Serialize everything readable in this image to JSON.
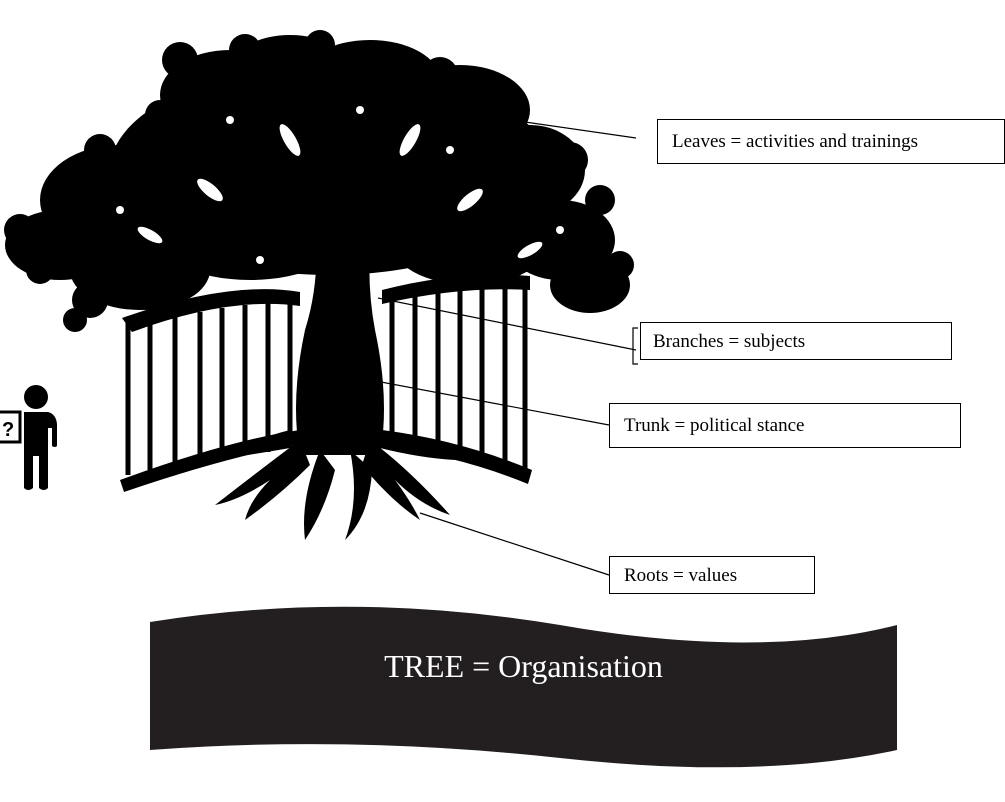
{
  "labels": {
    "leaves": "Leaves = activities and trainings",
    "branches": "Branches = subjects",
    "trunk": "Trunk = political stance",
    "roots": "Roots = values"
  },
  "banner": {
    "title": "TREE = Organisation"
  },
  "figure": {
    "sign_text": "?"
  },
  "colors": {
    "ink": "#000000",
    "banner_fill": "#231f20",
    "background": "#ffffff"
  }
}
